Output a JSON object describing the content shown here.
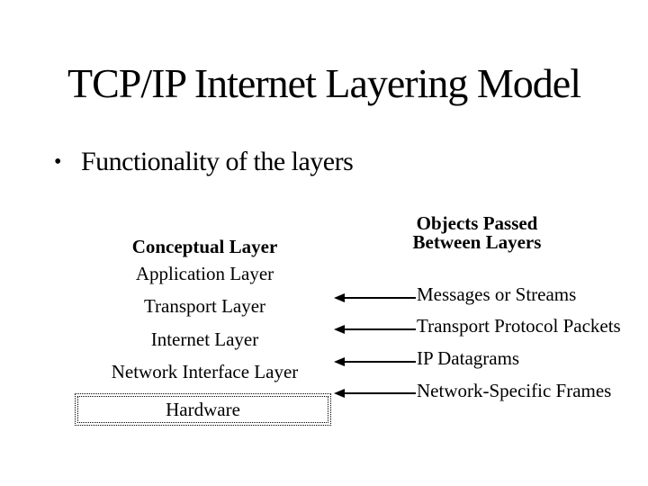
{
  "slide": {
    "title": "TCP/IP Internet Layering Model",
    "bullet": {
      "glyph": "•",
      "text": "Functionality of the layers"
    },
    "conceptual": {
      "heading": "Conceptual Layer",
      "layers": [
        "Application Layer",
        "Transport Layer",
        "Internet Layer",
        "Network Interface Layer"
      ],
      "hardware_label": "Hardware"
    },
    "objects": {
      "heading_line1": "Objects Passed",
      "heading_line2": "Between Layers",
      "items": [
        "Messages or Streams",
        "Transport Protocol Packets",
        "IP Datagrams",
        "Network-Specific Frames"
      ]
    },
    "colors": {
      "background": "#ffffff",
      "text": "#000000"
    }
  }
}
